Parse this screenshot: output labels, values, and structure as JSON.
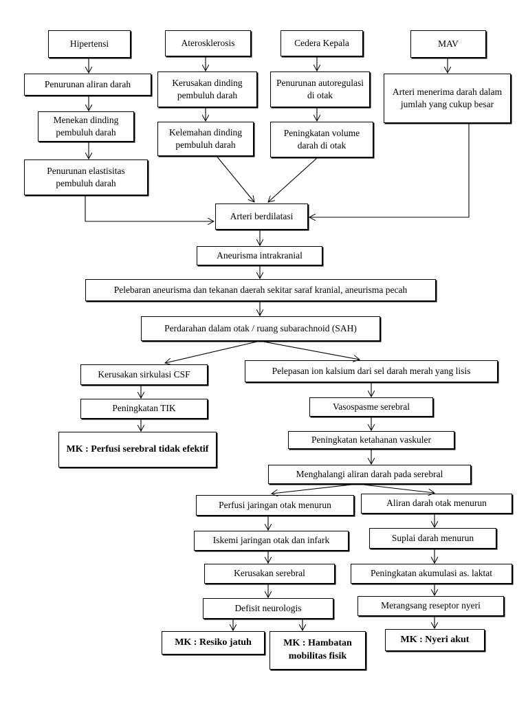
{
  "nodes": {
    "hipertensi": "Hipertensi",
    "aterosklerosis": "Aterosklerosis",
    "cedera_kepala": "Cedera Kepala",
    "mav": "MAV",
    "penurunan_aliran": "Penurunan aliran darah",
    "kerusakan_dinding": "Kerusakan dinding pembuluh darah",
    "penurunan_autoregulasi": "Penurunan autoregulasi di otak",
    "arteri_menerima": "Arteri menerima darah dalam jumlah yang cukup besar",
    "menekan_dinding": "Menekan dinding pembuluh darah",
    "kelemahan_dinding": "Kelemahan dinding pembuluh darah",
    "peningkatan_volume": "Peningkatan volume darah di otak",
    "penurunan_elastisitas": "Penurunan elastisitas pembuluh darah",
    "arteri_berdilatasi": "Arteri berdilatasi",
    "aneurisma": "Aneurisma intrakranial",
    "pelebaran": "Pelebaran aneurisma dan tekanan daerah sekitar saraf kranial, aneurisma pecah",
    "perdarahan": "Perdarahan dalam otak / ruang subarachnoid (SAH)",
    "kerusakan_csf": "Kerusakan sirkulasi CSF",
    "pelepasan_ion": "Pelepasan ion kalsium dari sel darah merah yang lisis",
    "peningkatan_tik": "Peningkatan TIK",
    "vasospasme": "Vasospasme serebral",
    "mk_perfusi": "MK : Perfusi serebral tidak efektif",
    "peningkatan_ketahanan": "Peningkatan ketahanan vaskuler",
    "menghalangi": "Menghalangi aliran darah pada serebral",
    "perfusi_jaringan": "Perfusi jaringan otak menurun",
    "aliran_menurun": "Aliran darah otak menurun",
    "iskemi": "Iskemi jaringan otak dan infark",
    "suplai": "Suplai darah menurun",
    "kerusakan_serebral": "Kerusakan serebral",
    "akumulasi": "Peningkatan akumulasi as. laktat",
    "defisit": "Defisit neurologis",
    "merangsang": "Merangsang reseptor nyeri",
    "mk_resiko": "MK : Resiko jatuh",
    "mk_hambatan": "MK : Hambatan mobilitas fisik",
    "mk_nyeri": "MK : Nyeri akut"
  }
}
